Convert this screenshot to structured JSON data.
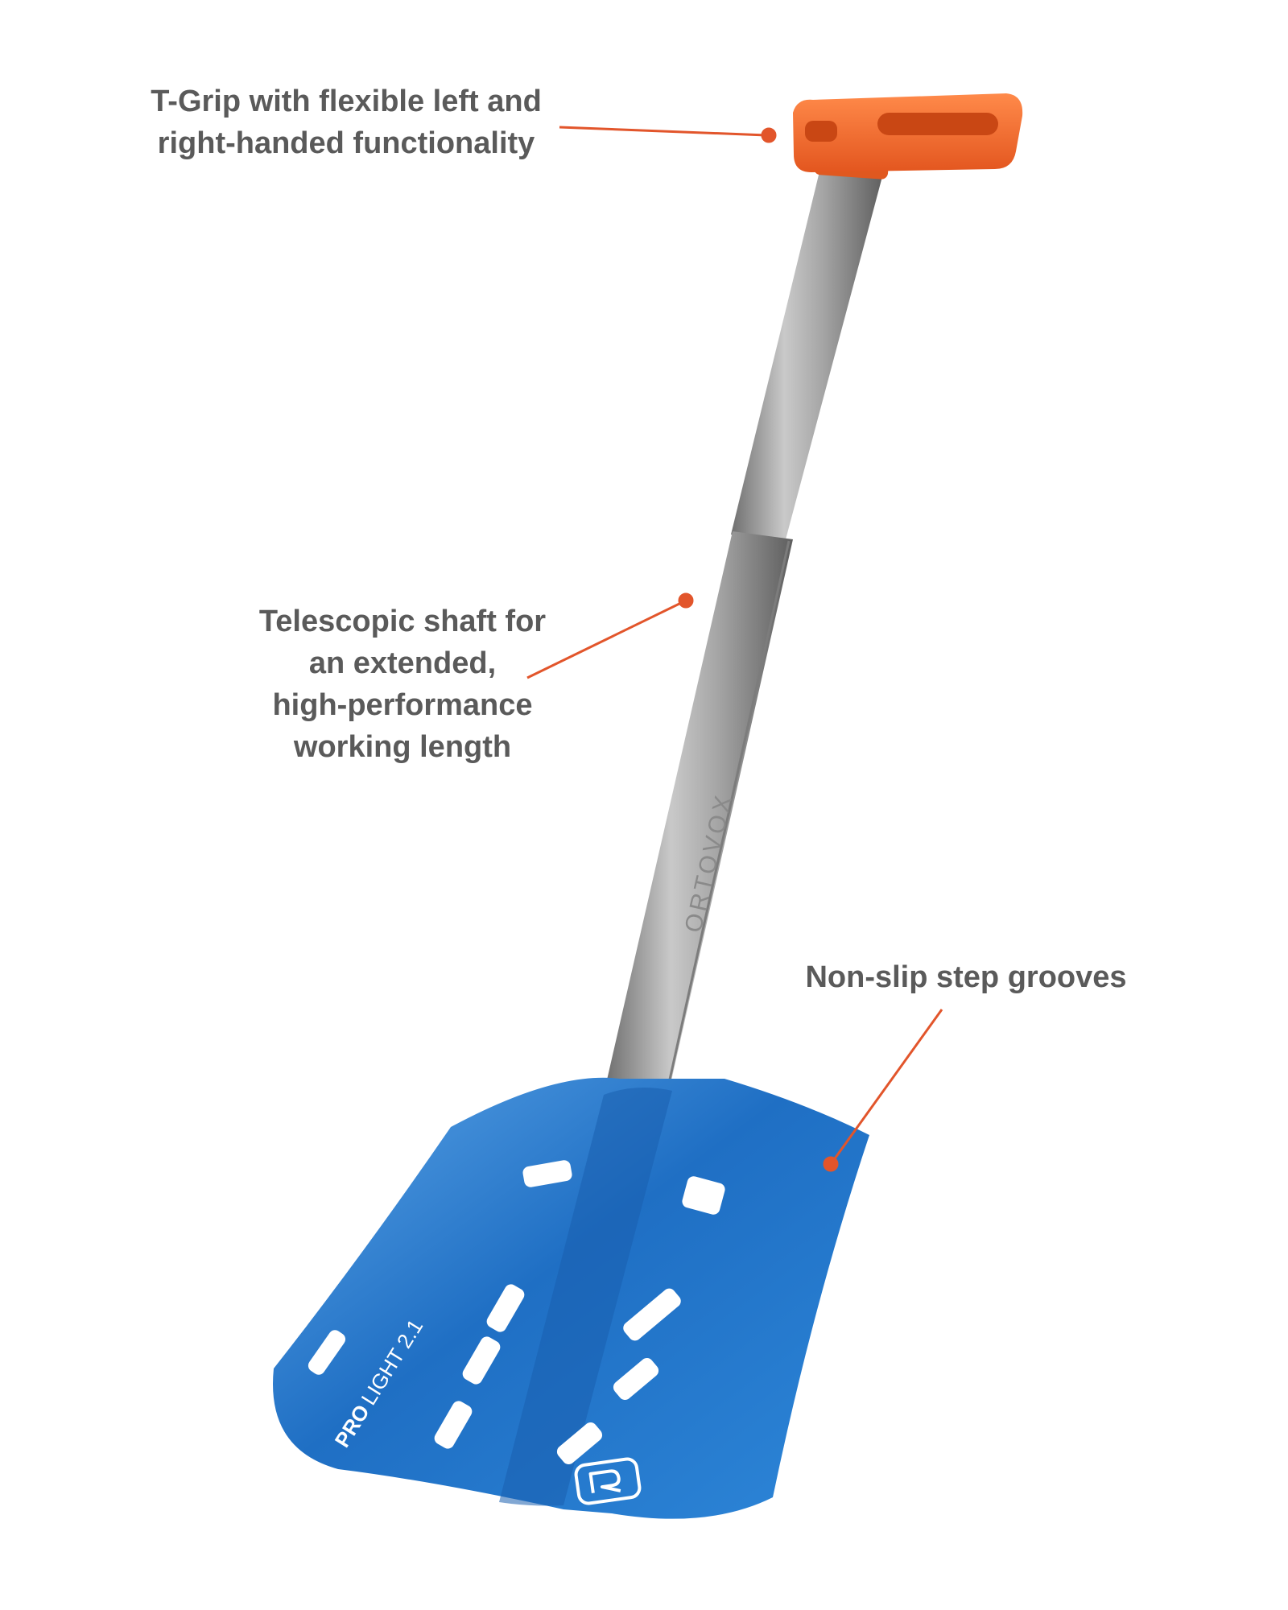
{
  "callouts": {
    "grip": {
      "lines": [
        "T-Grip with flexible left and",
        "right-handed functionality"
      ]
    },
    "shaft": {
      "lines": [
        "Telescopic shaft for",
        "an extended,",
        "high-performance",
        "working length"
      ]
    },
    "grooves": {
      "lines": [
        "Non-slip step grooves"
      ]
    }
  },
  "product": {
    "shaft_brand": "ORTOVOX",
    "blade_model_bold": "PRO",
    "blade_model_light": "LIGHT 2.1"
  },
  "colors": {
    "callout_text": "#5a5a5a",
    "leader_line": "#e2552b",
    "grip": "#f26a2e",
    "shaft": "#9a9a9a",
    "blade": "#2a79c9"
  },
  "icons": {
    "blade_logo": "ortovox-logo-icon"
  }
}
